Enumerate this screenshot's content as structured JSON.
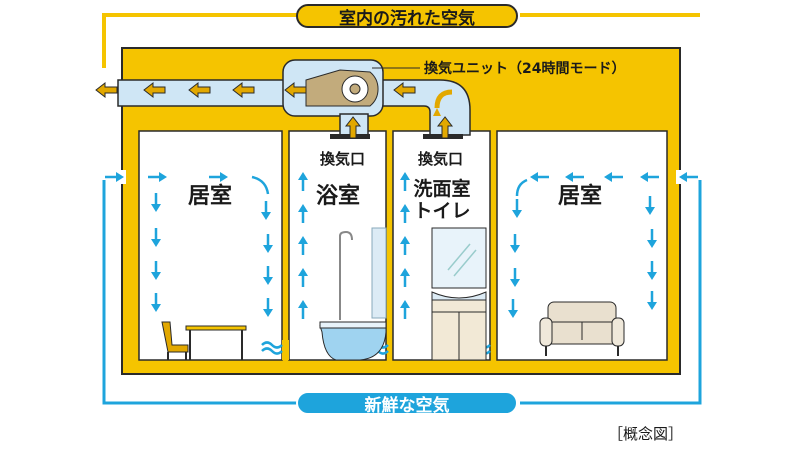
{
  "labels": {
    "dirty_air": "室内の汚れた空気",
    "unit": "換気ユニット（24時間モード）",
    "fresh_air": "新鮮な空気",
    "caption": "［概念図］"
  },
  "rooms": [
    {
      "name": "居室"
    },
    {
      "name": "浴室",
      "vent": "換気口"
    },
    {
      "name_line1": "洗面室",
      "name_line2": "トイレ",
      "vent": "換気口"
    },
    {
      "name": "居室"
    }
  ],
  "colors": {
    "house": "#f5c400",
    "outline": "#2a2a2a",
    "duct": "#cfe6f5",
    "exhaust_line": "#f5c400",
    "supply_line": "#1ea4dc",
    "supply_arrow": "#1ea4dc",
    "exhaust_arrow": "#e2a800"
  }
}
